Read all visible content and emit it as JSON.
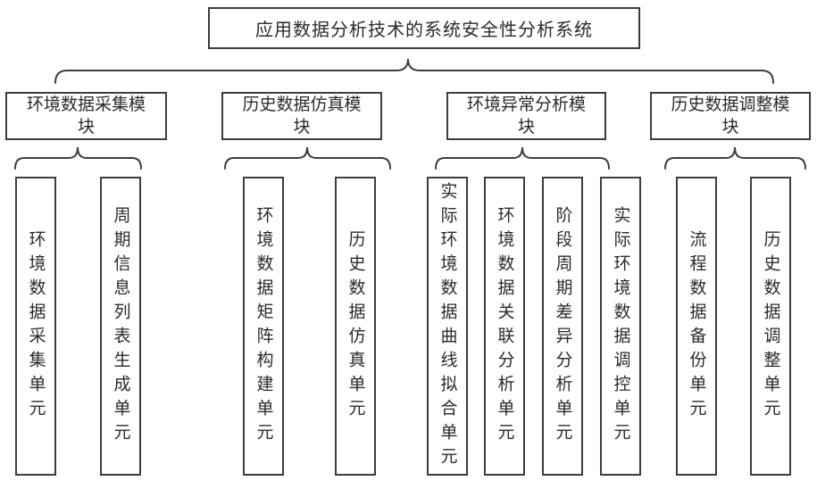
{
  "title": "应用数据分析技术的系统安全性分析系统",
  "modules": [
    {
      "label": "环境数据采集模\n块",
      "units": [
        "环境数据采集单元",
        "周期信息列表生成单元"
      ]
    },
    {
      "label": "历史数据仿真模\n块",
      "units": [
        "环境数据矩阵构建单元",
        "历史数据仿真单元"
      ]
    },
    {
      "label": "环境异常分析模\n块",
      "units": [
        "实际环境数据曲线拟合单元",
        "环境数据关联分析单元",
        "阶段周期差异分析单元",
        "实际环境数据调控单元"
      ]
    },
    {
      "label": "历史数据调整模\n块",
      "units": [
        "流程数据备份单元",
        "历史数据调整单元"
      ]
    }
  ],
  "colors": {
    "line": "#3d3d3d",
    "text": "#2b2b2b",
    "background": "#ffffff"
  }
}
